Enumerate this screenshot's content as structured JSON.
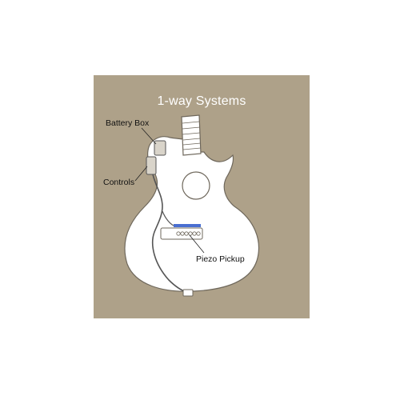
{
  "title": "1-way Systems",
  "labels": {
    "battery_box": "Battery Box",
    "controls": "Controls",
    "piezo_pickup": "Piezo Pickup"
  },
  "colors": {
    "background": "#aea189",
    "guitar_fill": "#ffffff",
    "guitar_stroke": "#6e675b",
    "cable": "#555555",
    "pickup": "#4a6fd1"
  }
}
